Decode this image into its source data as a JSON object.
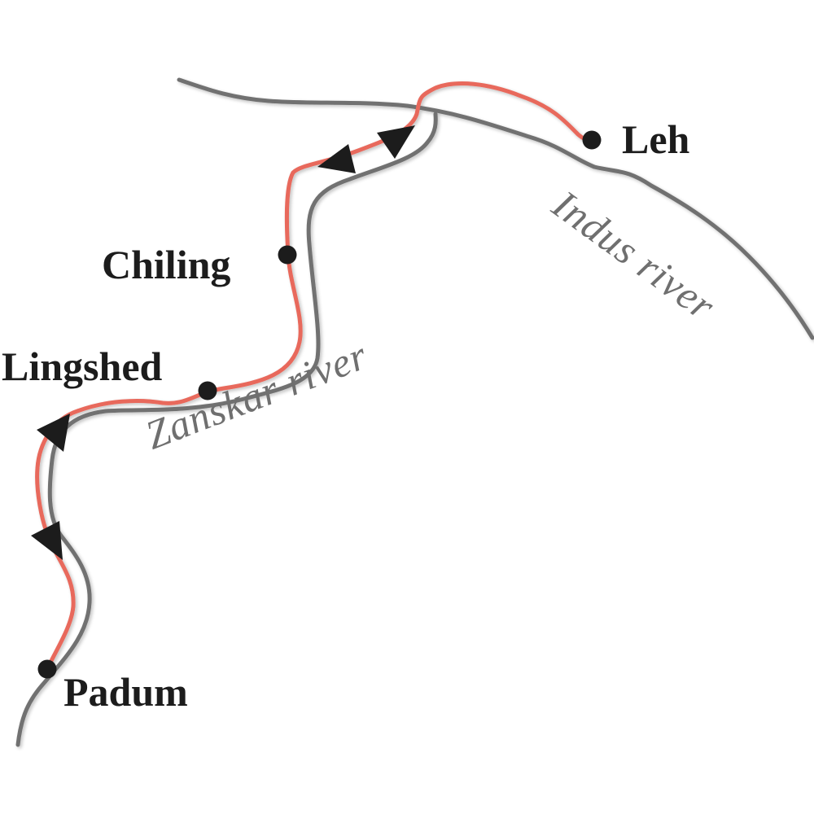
{
  "places": {
    "leh": "Leh",
    "chiling": "Chiling",
    "lingshed": "Lingshed",
    "padum": "Padum"
  },
  "rivers": {
    "zanskar": "Zanskar river",
    "indus": "Indus river"
  },
  "colors": {
    "route": "#e8695c",
    "river": "#717171",
    "marker": "#1c1c1c"
  }
}
